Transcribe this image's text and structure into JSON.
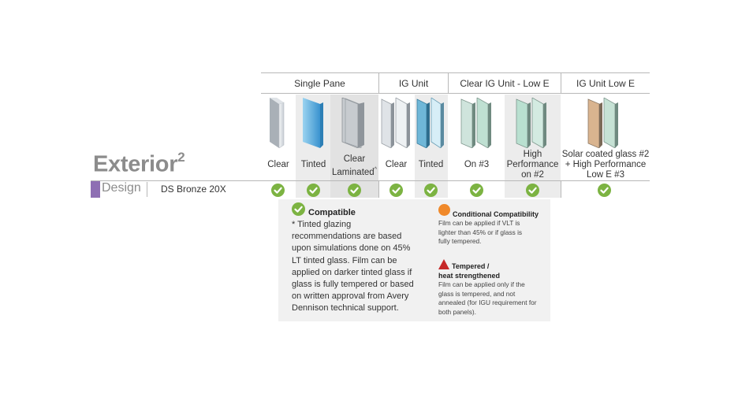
{
  "title": {
    "main": "Exterior",
    "sup": "2"
  },
  "design": {
    "label": "Design",
    "product": "DS Bronze 20X",
    "accent": "#8e6fb3"
  },
  "groups": [
    {
      "label": "Single Pane"
    },
    {
      "label": "IG Unit"
    },
    {
      "label": "Clear IG Unit - Low E"
    },
    {
      "label": "IG Unit Low E"
    }
  ],
  "columns": [
    {
      "label": "Clear",
      "status": "compatible"
    },
    {
      "label": "Tinted",
      "status": "compatible"
    },
    {
      "label": "Clear Laminated",
      "note": "^",
      "status": "compatible"
    },
    {
      "label": "Clear",
      "status": "compatible"
    },
    {
      "label": "Tinted",
      "status": "compatible"
    },
    {
      "label": "On #3",
      "status": "compatible"
    },
    {
      "label_lines": [
        "High",
        "Performance",
        "on #2"
      ],
      "status": "compatible"
    },
    {
      "label_lines": [
        "Solar coated glass #2",
        "+ High Performance",
        "Low E #3"
      ],
      "status": "compatible"
    }
  ],
  "legend": {
    "compatible": {
      "title": "Compatible",
      "text": "* Tinted glazing recommendations are based upon simulations done on 45% LT tinted glass. Film can be applied on darker tinted glass if glass is fully tempered or based on written approval from Avery Dennison technical support.",
      "color": "#7cb342"
    },
    "conditional": {
      "title": "Conditional Compatibility",
      "text": "Film can be applied if VLT is lighter than 45% or if glass is fully tempered.",
      "color": "#f0892a"
    },
    "tempered": {
      "title_lines": [
        "Tempered /",
        "heat strengthened"
      ],
      "text": "Film can be applied only if the glass is tempered, and not annealed (for IGU requirement for both panels).",
      "color": "#c62828"
    }
  }
}
